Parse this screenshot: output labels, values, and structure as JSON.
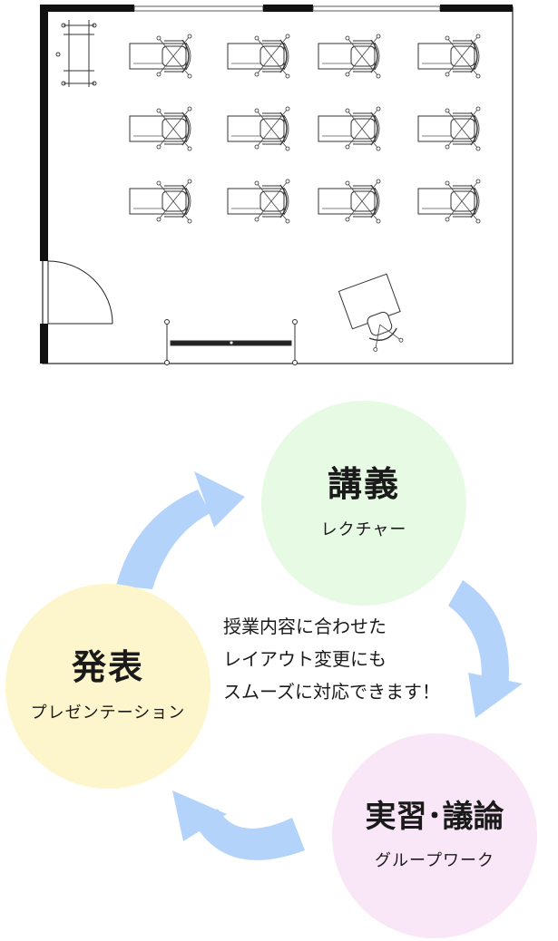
{
  "floorplan": {
    "desk_rows": 3,
    "desk_cols": 4
  },
  "cycle": {
    "lecture": {
      "title": "講義",
      "subtitle": "レクチャー",
      "color": "#e6fae4"
    },
    "presentation": {
      "title": "発表",
      "subtitle": "プレゼンテーション",
      "color": "#fdf6cc"
    },
    "group": {
      "title": "実習･議論",
      "subtitle": "グループワーク",
      "color": "#f9e7f8"
    },
    "arrow_color": "#b3d3fb",
    "center_text": [
      "授業内容に合わせた",
      "レイアウト変更にも",
      "スムーズに対応できます！"
    ]
  }
}
